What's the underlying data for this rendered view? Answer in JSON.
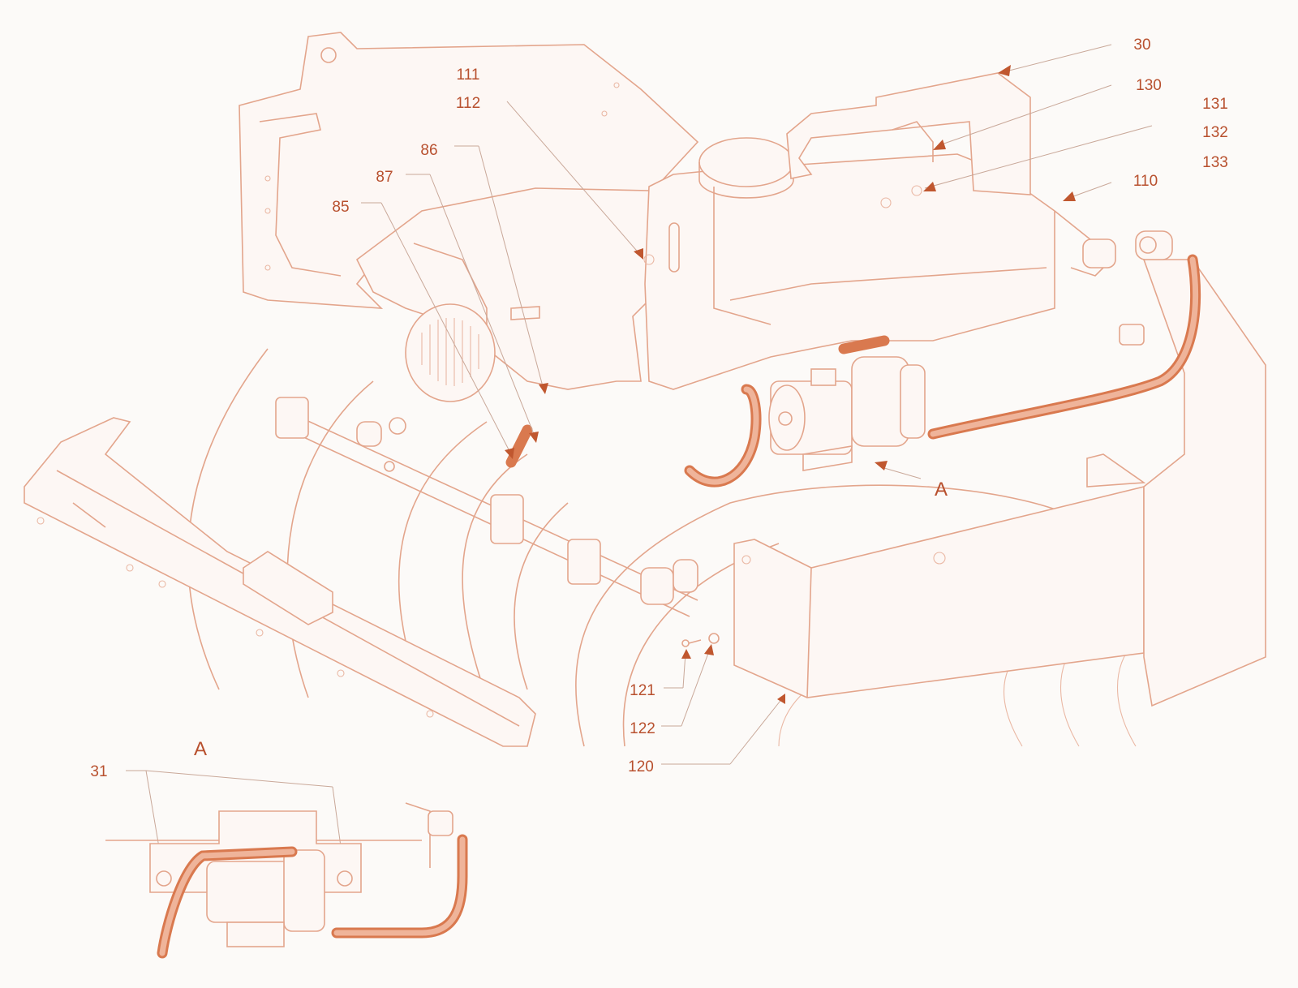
{
  "callouts": {
    "c30": "30",
    "c130": "130",
    "c131": "131",
    "c132": "132",
    "c133": "133",
    "c110": "110",
    "c111": "111",
    "c112": "112",
    "c86": "86",
    "c87": "87",
    "c85": "85",
    "cA": "A",
    "c121": "121",
    "c122": "122",
    "c120": "120"
  },
  "detail": {
    "label": "A",
    "c31": "31"
  },
  "colors": {
    "line": "#e3a58c",
    "hose": "#d9794f",
    "text": "#b8502e",
    "background": "#fcfaf8"
  }
}
